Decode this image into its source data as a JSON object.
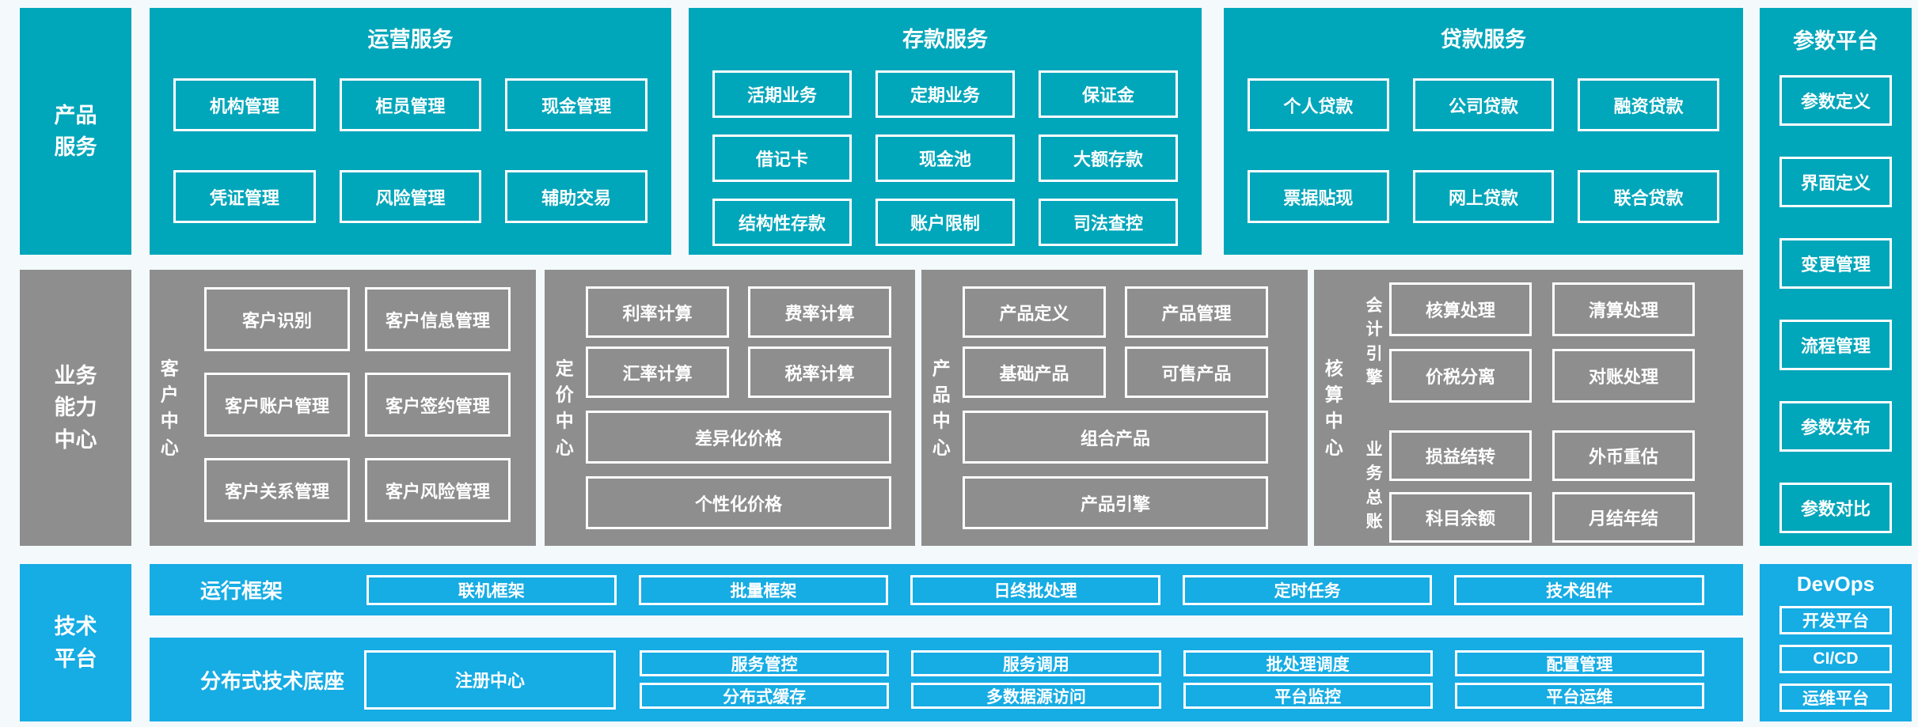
{
  "colors": {
    "teal": "#00a6ba",
    "gray": "#8e8e8e",
    "blue": "#16ace4",
    "background": "#f4fafc",
    "box_border": "#ffffff",
    "text": "#ffffff"
  },
  "rail": {
    "product_services": "产品服务",
    "business_capability": "业务能力中心",
    "tech_platform": "技术平台"
  },
  "operations": {
    "title": "运营服务",
    "rows": [
      [
        "机构管理",
        "柜员管理",
        "现金管理"
      ],
      [
        "凭证管理",
        "风险管理",
        "辅助交易"
      ]
    ]
  },
  "deposit": {
    "title": "存款服务",
    "rows": [
      [
        "活期业务",
        "定期业务",
        "保证金"
      ],
      [
        "借记卡",
        "现金池",
        "大额存款"
      ],
      [
        "结构性存款",
        "账户限制",
        "司法查控"
      ]
    ]
  },
  "loan": {
    "title": "贷款服务",
    "rows": [
      [
        "个人贷款",
        "公司贷款",
        "融资贷款"
      ],
      [
        "票据贴现",
        "网上贷款",
        "联合贷款"
      ]
    ]
  },
  "parameter_platform": {
    "title": "参数平台",
    "items": [
      "参数定义",
      "界面定义",
      "变更管理",
      "流程管理",
      "参数发布",
      "参数对比"
    ]
  },
  "customer_center": {
    "label": "客户中心",
    "boxes": [
      "客户识别",
      "客户信息管理",
      "客户账户管理",
      "客户签约管理",
      "客户关系管理",
      "客户风险管理"
    ]
  },
  "pricing_center": {
    "label": "定价中心",
    "pairs": [
      [
        "利率计算",
        "费率计算"
      ],
      [
        "汇率计算",
        "税率计算"
      ]
    ],
    "wide": [
      "差异化价格",
      "个性化价格"
    ]
  },
  "product_center": {
    "label": "产品中心",
    "pairs": [
      [
        "产品定义",
        "产品管理"
      ],
      [
        "基础产品",
        "可售产品"
      ]
    ],
    "wide": [
      "组合产品",
      "产品引擎"
    ]
  },
  "accounting_center": {
    "label": "核算中心",
    "groups": [
      {
        "label": "会计引擎",
        "boxes": [
          "核算处理",
          "清算处理",
          "价税分离",
          "对账处理"
        ]
      },
      {
        "label": "业务总账",
        "boxes": [
          "损益结转",
          "外币重估",
          "科目余额",
          "月结年结"
        ]
      }
    ]
  },
  "runtime_framework": {
    "label": "运行框架",
    "boxes": [
      "联机框架",
      "批量框架",
      "日终批处理",
      "定时任务",
      "技术组件"
    ]
  },
  "distributed_base": {
    "label": "分布式技术底座",
    "registry": "注册中心",
    "grid": [
      [
        "服务管控",
        "服务调用",
        "批处理调度",
        "配置管理"
      ],
      [
        "分布式缓存",
        "多数据源访问",
        "平台监控",
        "平台运维"
      ]
    ]
  },
  "devops": {
    "title": "DevOps",
    "items": [
      "开发平台",
      "CI/CD",
      "运维平台"
    ]
  }
}
